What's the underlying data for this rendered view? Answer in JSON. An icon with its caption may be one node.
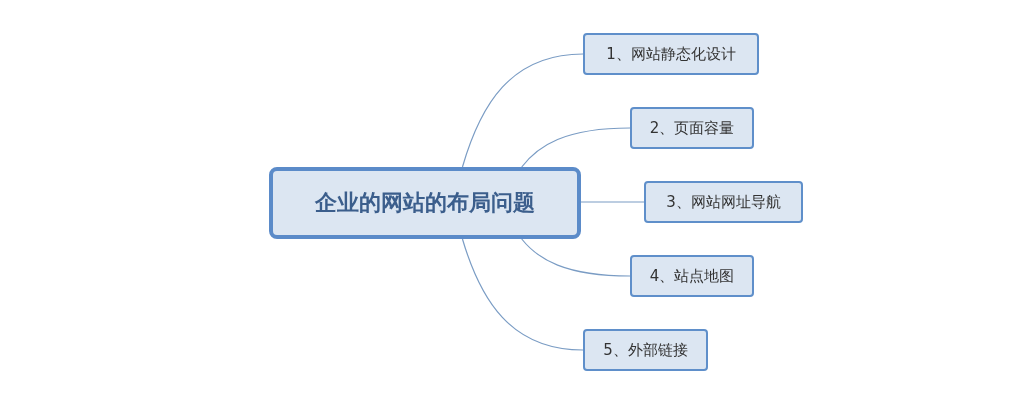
{
  "diagram": {
    "nodes": [
      {
        "text": [
          "企业的网站的布局问题"
        ]
      },
      {
        "text": [
          "1、网站静态化设计"
        ]
      },
      {
        "text": [
          "2、页面容量"
        ]
      },
      {
        "text": [
          "3、网站网址导航"
        ]
      },
      {
        "text": [
          "4、站点地图"
        ]
      },
      {
        "text": [
          "5、外部链接"
        ]
      }
    ],
    "edges": [
      {
        "from": 0,
        "to": 1,
        "arrow": "none"
      },
      {
        "from": 0,
        "to": 2,
        "arrow": "none"
      },
      {
        "from": 0,
        "to": 3,
        "arrow": "none"
      },
      {
        "from": 0,
        "to": 4,
        "arrow": "none"
      },
      {
        "from": 0,
        "to": 5,
        "arrow": "none"
      }
    ]
  }
}
